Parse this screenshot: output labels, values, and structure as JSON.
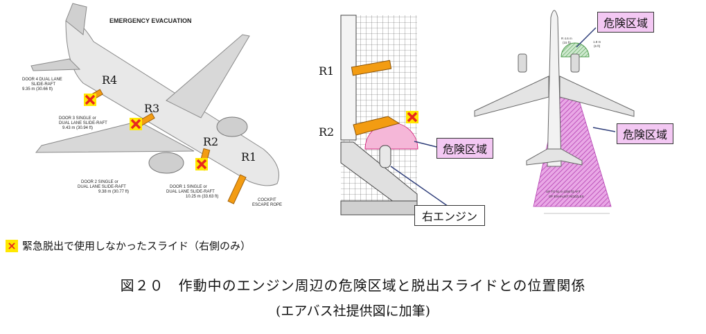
{
  "left_panel": {
    "title": "EMERGENCY EVACUATION",
    "doors": [
      "R1",
      "R2",
      "R3",
      "R4"
    ],
    "notes": {
      "door4": [
        "DOOR 4 DUAL LANE",
        "SLIDE-RAFT",
        "9.35 m (30.66 ft)"
      ],
      "door3": [
        "DOOR 3 SINGLE or",
        "DUAL LANE SLIDE-RAFT",
        "9.43 m (30.94 ft)"
      ],
      "door2": [
        "DOOR 2 SINGLE or",
        "DUAL LANE SLIDE-RAFT",
        "9.38 m (30.77 ft)"
      ],
      "door1": [
        "DOOR 1 SINGLE or",
        "DUAL LANE SLIDE-RAFT",
        "10.25 m (33.63 ft)"
      ],
      "cockpit": [
        "COCKPIT",
        "ESCAPE ROPE"
      ]
    }
  },
  "middle_panel": {
    "doors": [
      "R1",
      "R2"
    ],
    "danger_label": "危険区域",
    "engine_label": "右エンジン"
  },
  "right_panel": {
    "danger_label_top": "危険区域",
    "danger_label_right": "危険区域",
    "small_notes": [
      "R 4.6 m",
      "(15 ft)",
      "1.8 m",
      "(6 ft)",
      "UP TO 61 m (200 ft) AFT",
      "OF EXHAUST NOZZLES"
    ]
  },
  "legend": {
    "mark": "×",
    "text": "緊急脱出で使用しなかったスライド（右側のみ）"
  },
  "caption": "図２０　作動中のエンジン周辺の危険区域と脱出スライドとの位置関係",
  "subcaption": "(エアバス社提供図に加筆)",
  "colors": {
    "slide": "#f39c12",
    "danger_zone": "#d65fd1",
    "callout_bg": "#f3c8f3",
    "x_mark": "#e8281e",
    "x_bg": "#ffe800"
  }
}
